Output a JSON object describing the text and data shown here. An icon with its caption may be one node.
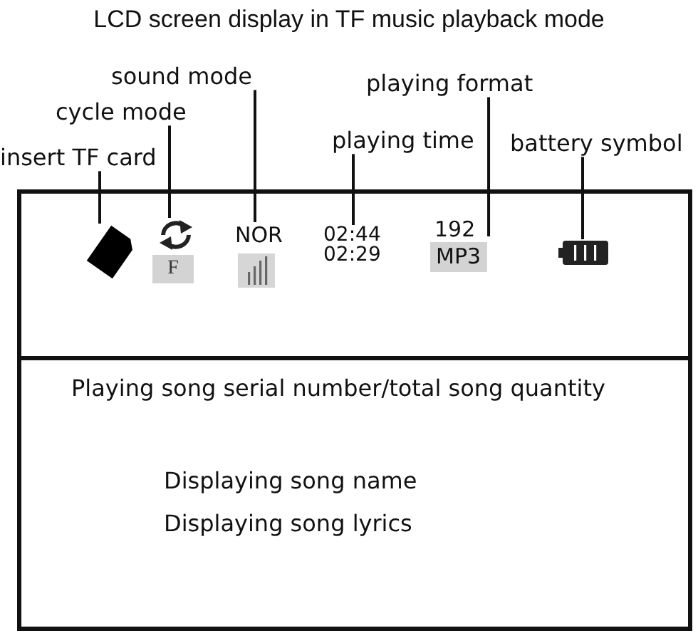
{
  "diagram": {
    "title": "LCD screen display in TF music playback mode",
    "nodes": [
      {
        "text": [
          "insert TF card"
        ]
      },
      {
        "text": [
          "cycle mode"
        ]
      },
      {
        "text": [
          "sound mode"
        ]
      },
      {
        "text": [
          "playing time"
        ]
      },
      {
        "text": [
          "playing format"
        ]
      },
      {
        "text": [
          "battery symbol"
        ]
      },
      {
        "text": [],
        "shape": "box"
      },
      {
        "text": [],
        "shape": "picture",
        "in": 6
      },
      {
        "text": [],
        "shape": "picture",
        "in": 6
      },
      {
        "text": [
          "NOR"
        ],
        "in": 6
      },
      {
        "text": [
          "02:44",
          "02:29"
        ],
        "in": 6
      },
      {
        "text": [
          "192",
          "MP3"
        ],
        "in": 6
      },
      {
        "text": [],
        "shape": "picture",
        "in": 6
      },
      {
        "text": [
          "Playing song serial number/total song quantity",
          "Displaying song name",
          "Displaying song lyrics"
        ]
      }
    ],
    "edges": [
      {
        "from": 0,
        "to": 7,
        "arrow": "none"
      },
      {
        "from": 1,
        "to": 8,
        "arrow": "none"
      },
      {
        "from": 2,
        "to": 9,
        "arrow": "none"
      },
      {
        "from": 3,
        "to": 10,
        "arrow": "none"
      },
      {
        "from": 4,
        "to": 11,
        "arrow": "none"
      },
      {
        "from": 5,
        "to": 12,
        "arrow": "none"
      }
    ],
    "labels": [
      "F"
    ]
  }
}
